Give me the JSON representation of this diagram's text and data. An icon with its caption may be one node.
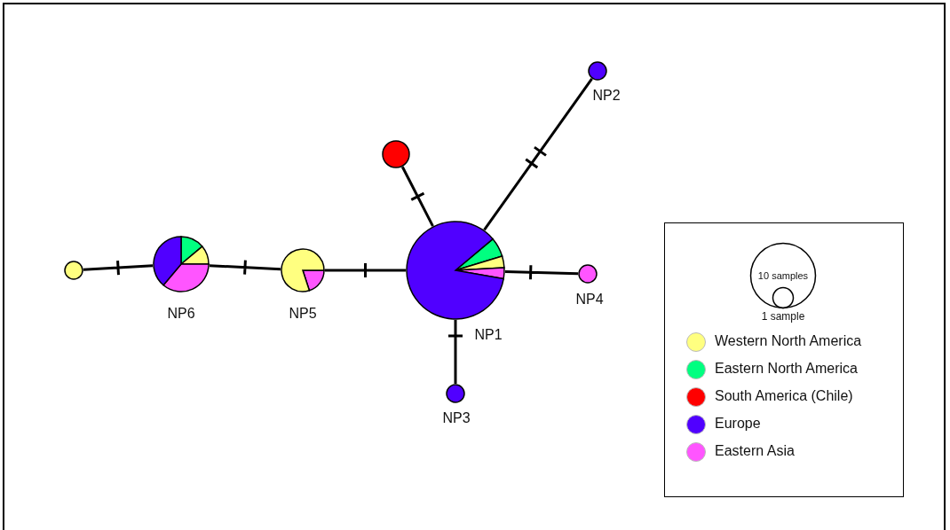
{
  "diagram": {
    "nodes": [
      {
        "text": [
          "NP2"
        ]
      },
      {
        "text": [],
        "shape": "circle"
      },
      {
        "text": [],
        "shape": "circle"
      },
      {
        "text": [
          "NP6"
        ]
      },
      {
        "text": [
          "NP5"
        ]
      },
      {
        "text": [
          "NP1"
        ]
      },
      {
        "text": [
          "NP4"
        ]
      },
      {
        "text": [
          "NP3"
        ]
      }
    ],
    "edges": [
      {
        "from": 5,
        "to": 0,
        "arrow": "none"
      },
      {
        "from": 5,
        "to": 1,
        "arrow": "none"
      },
      {
        "from": 5,
        "to": 6,
        "arrow": "none"
      },
      {
        "from": 5,
        "to": 7,
        "arrow": "none"
      },
      {
        "from": 5,
        "to": 4,
        "arrow": "none"
      },
      {
        "from": 4,
        "to": 3,
        "arrow": "none"
      },
      {
        "from": 3,
        "to": 2,
        "arrow": "none"
      }
    ],
    "labels": [
      "10 samples",
      "1 sample"
    ],
    "legend": [
      {
        "text": "Western North America",
        "color": "#ffff80"
      },
      {
        "text": "Eastern North America",
        "color": "#00ff80"
      },
      {
        "text": "South America (Chile)",
        "color": "#ff0000"
      },
      {
        "text": "Europe",
        "color": "#5000ff"
      },
      {
        "text": "Eastern Asia",
        "color": "#ff55ff"
      }
    ]
  }
}
